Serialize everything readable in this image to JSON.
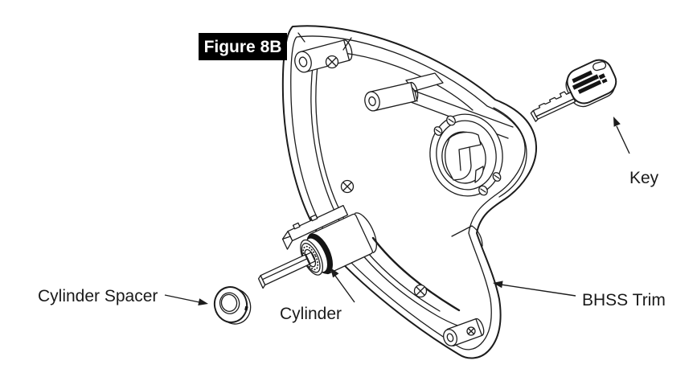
{
  "figure_label": "Figure 8B",
  "labels": {
    "key": "Key",
    "cylinder": "Cylinder",
    "cylinder_spacer": "Cylinder Spacer",
    "bhss_trim": "BHSS Trim"
  },
  "colors": {
    "line": "#1c1c1c",
    "background": "#ffffff",
    "figure_badge_bg": "#000000",
    "figure_badge_text": "#ffffff"
  }
}
